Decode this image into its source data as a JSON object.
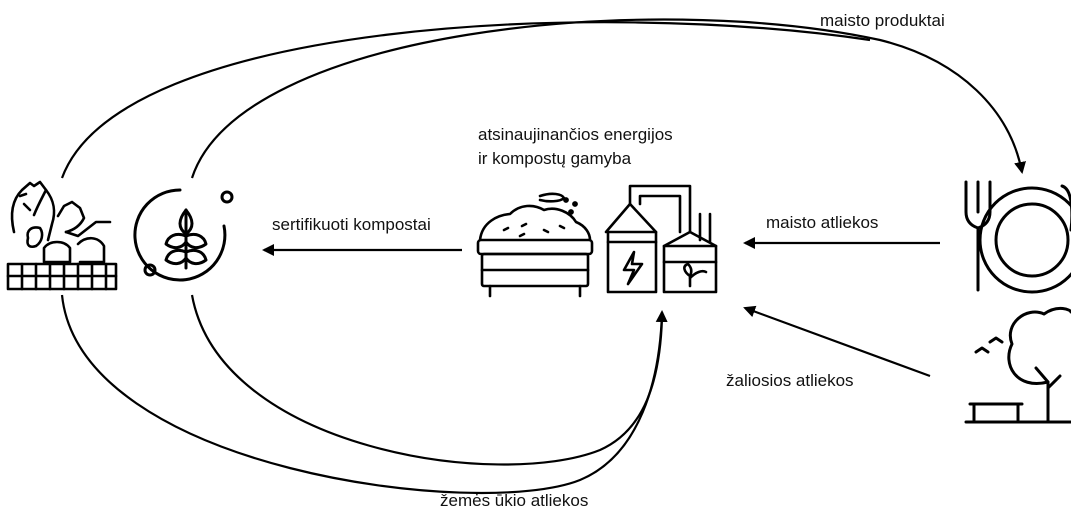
{
  "labels": {
    "food_products": "maisto produktai",
    "production_line1": "atsinaujinančios energijos",
    "production_line2": "ir kompostų gamyba",
    "certified_compost": "sertifikuoti kompostai",
    "food_waste": "maisto atliekos",
    "green_waste": "žaliosios atliekos",
    "agri_waste": "žemės ūkio atliekos"
  },
  "icons": {
    "farm": "farm-animals-icon",
    "crop": "wheat-circle-icon",
    "compost": "compost-bin-icon",
    "plant": "biogas-plant-icon",
    "dining": "plate-cutlery-icon",
    "park": "park-tree-bench-icon"
  },
  "colors": {
    "stroke": "#000000",
    "text": "#111111",
    "background": "#ffffff"
  }
}
